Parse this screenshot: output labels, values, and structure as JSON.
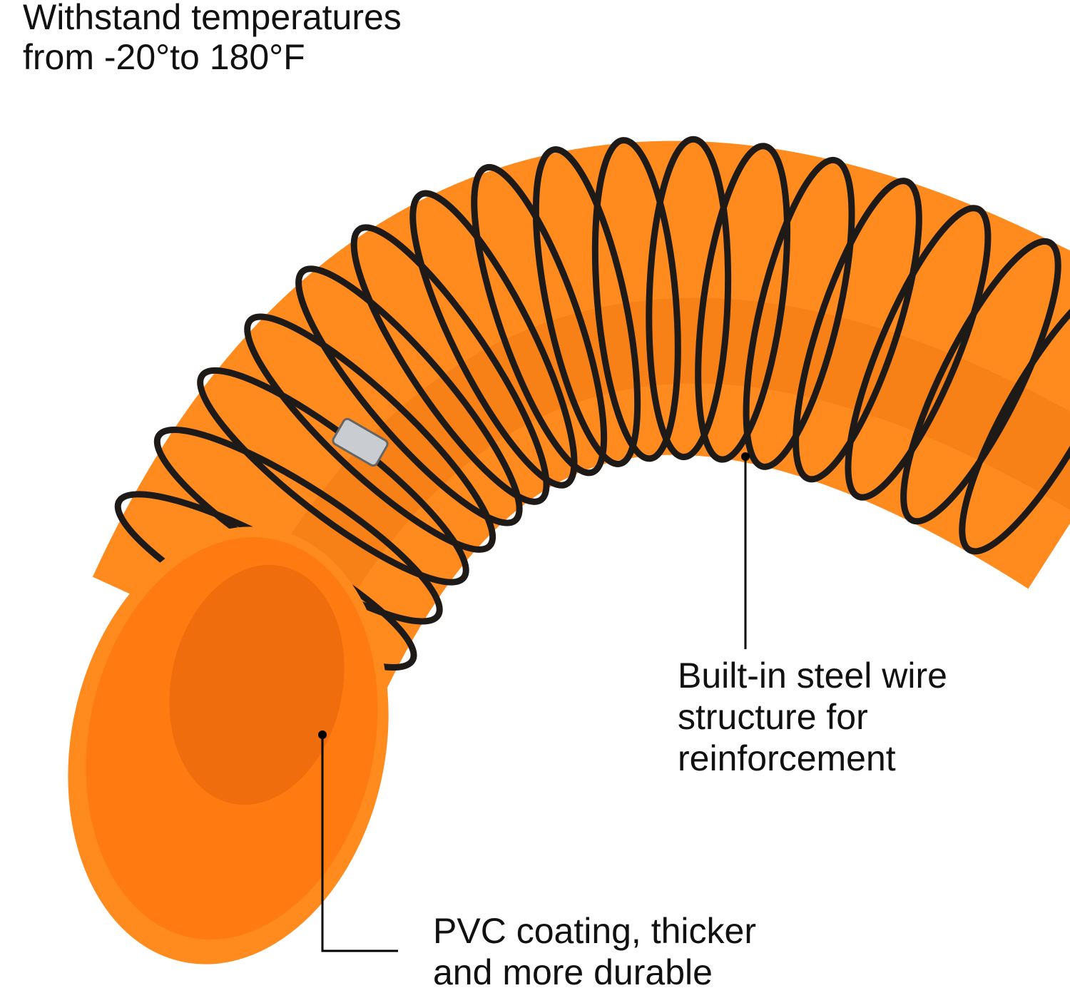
{
  "product_image": {
    "colors": {
      "hose": "#ff8a1e",
      "hose_shade": "#e8700a",
      "ring": "#1e1a18",
      "inner": "#ff7a10"
    },
    "captions": {
      "temperature": [
        "Withstand temperatures",
        "from -20°to 180°F"
      ],
      "steel_wire": [
        "Built-in steel wire",
        "structure for",
        "reinforcement"
      ],
      "pvc": [
        "PVC coating, thicker",
        "and more durable"
      ]
    }
  }
}
